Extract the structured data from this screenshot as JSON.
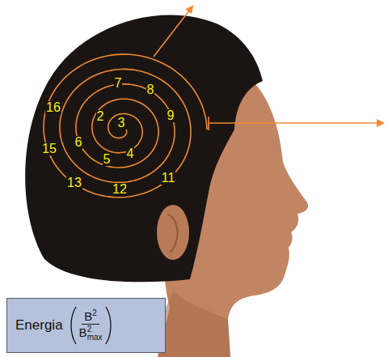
{
  "diagram": {
    "nodes": [
      {
        "text": [
          "Energia",
          "B",
          "2",
          "B",
          "2",
          "max"
        ]
      }
    ],
    "labels": [
      "7",
      "8",
      "16",
      "2",
      "3",
      "9",
      "6",
      "15",
      "5",
      "4",
      "13",
      "12",
      "11"
    ]
  }
}
